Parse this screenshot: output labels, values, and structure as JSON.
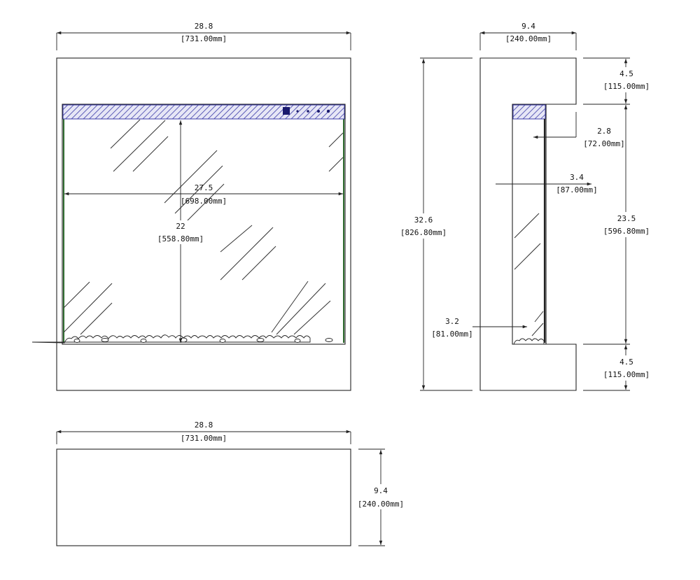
{
  "front_view": {
    "width_in": "28.8",
    "width_mm": "[731.00mm]",
    "inner_width_in": "27.5",
    "inner_width_mm": "[698.00mm]",
    "inner_height_in": "22",
    "inner_height_mm": "[558.80mm]"
  },
  "side_view": {
    "depth_in": "9.4",
    "depth_mm": "[240.00mm]",
    "height_in": "32.6",
    "height_mm": "[826.80mm]",
    "top_band_in": "4.5",
    "top_band_mm": "[115.00mm]",
    "bottom_band_in": "4.5",
    "bottom_band_mm": "[115.00mm]",
    "opening_in": "23.5",
    "opening_mm": "[596.80mm]",
    "recess_a_in": "2.8",
    "recess_a_mm": "[72.00mm]",
    "recess_b_in": "3.4",
    "recess_b_mm": "[87.00mm]",
    "recess_c_in": "3.2",
    "recess_c_mm": "[81.00mm]"
  },
  "top_view": {
    "width_in": "28.8",
    "width_mm": "[731.00mm]",
    "depth_in": "9.4",
    "depth_mm": "[240.00mm]"
  },
  "colors": {
    "hatch": "#3b3ba8",
    "frame_green": "#2f6b2f",
    "line": "#222222"
  }
}
